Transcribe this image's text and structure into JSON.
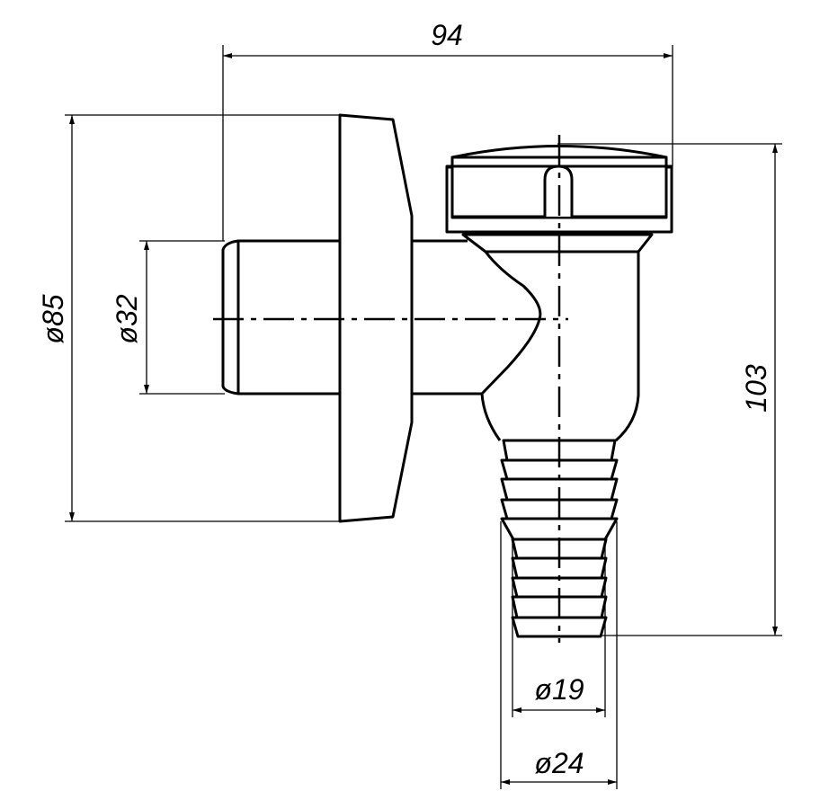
{
  "drawing": {
    "title": "Siphon valve with hose barb – dimensioned side view",
    "units": "mm",
    "dimensions": {
      "overall_width": "94",
      "flange_diameter": "ø85",
      "pipe_diameter": "ø32",
      "overall_height": "103",
      "hose_inner_diameter": "ø19",
      "hose_outer_diameter": "ø24"
    }
  }
}
